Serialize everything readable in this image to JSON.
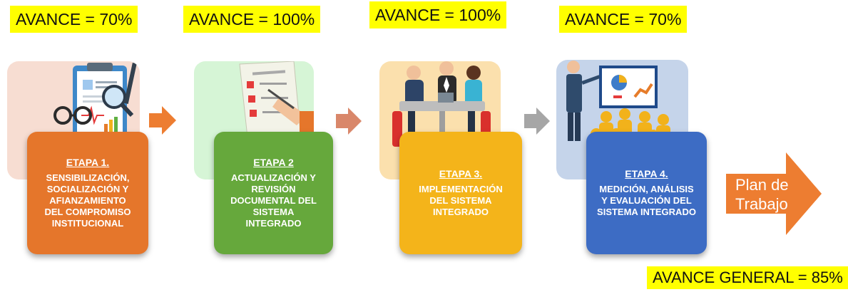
{
  "stages": [
    {
      "badge": "AVANCE = 70%",
      "stage_label": "ETAPA 1.",
      "description": "SENSIBILIZACIÓN,\nSOCIALIZACIÓN Y\nAFIANZAMIENTO\nDEL COMPROMISO\nINSTITUCIONAL",
      "card_color": "#e5762b",
      "icon": "clipboard-report-icon"
    },
    {
      "badge": "AVANCE = 100%",
      "stage_label": "ETAPA 2",
      "description": "ACTUALIZACIÓN Y\nREVISIÓN\nDOCUMENTAL DEL\nSISTEMA\nINTEGRADO",
      "card_color": "#66a83c",
      "icon": "checklist-hand-icon"
    },
    {
      "badge": "AVANCE = 100%",
      "stage_label": "ETAPA 3.",
      "description": "IMPLEMENTACIÓN\nDEL SISTEMA\nINTEGRADO",
      "card_color": "#f4b41a",
      "icon": "business-meeting-icon"
    },
    {
      "badge": "AVANCE = 70%",
      "stage_label": "ETAPA 4.",
      "description": "MEDICIÓN, ANÁLISIS\nY EVALUACIÓN DEL\nSISTEMA INTEGRADO",
      "card_color": "#3d6cc4",
      "icon": "presentation-audience-icon"
    }
  ],
  "plan": {
    "label": "Plan de\nTrabajo",
    "color": "#ed7d31"
  },
  "overall": {
    "label": "AVANCE GENERAL = 85%"
  },
  "colors": {
    "badge_bg": "#ffff00",
    "arrow1": "#ed7d31",
    "arrow2": "#d9876a",
    "arrow3": "#a6a6a6"
  }
}
